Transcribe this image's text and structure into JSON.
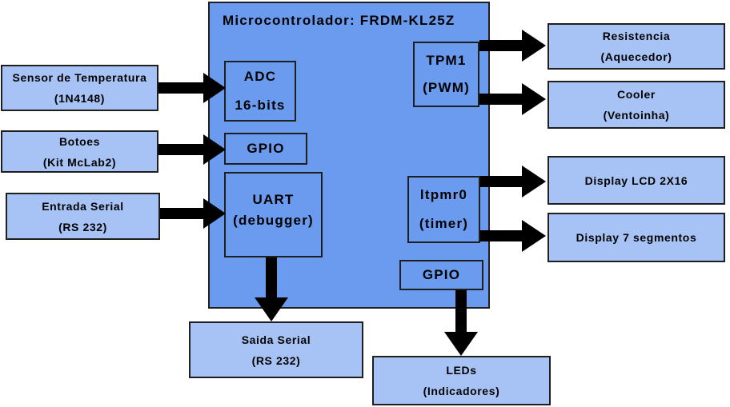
{
  "mcu": {
    "title": "Microcontrolador: FRDM-KL25Z"
  },
  "modules": {
    "adc": {
      "line1": "ADC",
      "line2": "16-bits"
    },
    "gpio_in": {
      "line1": "GPIO"
    },
    "uart": {
      "line1": "UART",
      "line2": "(debugger)"
    },
    "tpm1": {
      "line1": "TPM1",
      "line2": "(PWM)"
    },
    "ltpmr0": {
      "line1": "ltpmr0",
      "line2": "(timer)"
    },
    "gpio_out": {
      "line1": "GPIO"
    }
  },
  "inputs": {
    "sensor": {
      "line1": "Sensor de Temperatura",
      "line2": "(1N4148)"
    },
    "botoes": {
      "line1": "Botoes",
      "line2": "(Kit McLab2)"
    },
    "entrada": {
      "line1": "Entrada Serial",
      "line2": "(RS 232)"
    }
  },
  "outputs": {
    "resistencia": {
      "line1": "Resistencia",
      "line2": "(Aquecedor)"
    },
    "cooler": {
      "line1": "Cooler",
      "line2": "(Ventoinha)"
    },
    "lcd": {
      "line1": "Display LCD 2X16"
    },
    "seg7": {
      "line1": "Display 7 segmentos"
    },
    "saida": {
      "line1": "Saida Serial",
      "line2": "(RS 232)"
    },
    "leds": {
      "line1": "LEDs",
      "line2": "(Indicadores)"
    }
  },
  "colors": {
    "outer_box": "#a7c3f5",
    "mcu_fill": "#6a9bee",
    "arrow": "#000000"
  }
}
